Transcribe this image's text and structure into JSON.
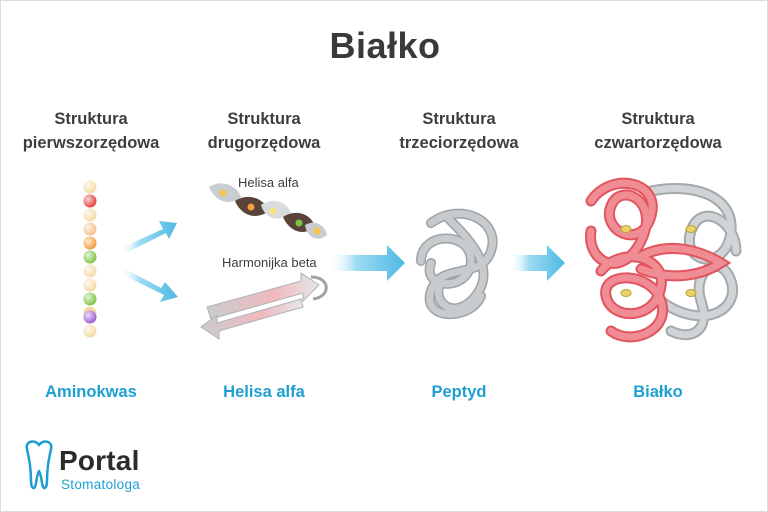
{
  "title": "Białko",
  "columns": [
    {
      "heading_line1": "Struktura",
      "heading_line2": "pierwszorzędowa",
      "caption": "Aminokwas"
    },
    {
      "heading_line1": "Struktura",
      "heading_line2": "drugorzędowa",
      "caption": "Helisa alfa"
    },
    {
      "heading_line1": "Struktura",
      "heading_line2": "trzeciorzędowa",
      "caption": "Peptyd"
    },
    {
      "heading_line1": "Struktura",
      "heading_line2": "czwartorzędowa",
      "caption": "Białko"
    }
  ],
  "secondary_labels": {
    "helix": "Helisa alfa",
    "sheet": "Harmonijka beta"
  },
  "logo": {
    "name": "Portal",
    "tagline": "Stomatologa"
  },
  "colors": {
    "arrow": "#5fc3e8",
    "caption": "#1e9fd3",
    "protein_red": "#ef6f77",
    "protein_grey": "#bfc4c6"
  }
}
